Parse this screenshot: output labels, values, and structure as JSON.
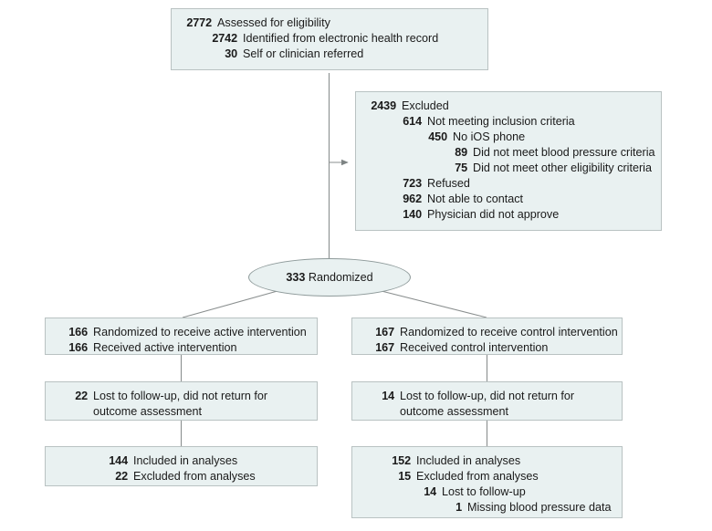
{
  "diagram": {
    "type": "consort-flow-diagram",
    "boxes": {
      "assessed": {
        "rows": [
          {
            "n": "2772",
            "t": "Assessed for eligibility",
            "level": 0
          },
          {
            "n": "2742",
            "t": "Identified from electronic health record",
            "level": 1
          },
          {
            "n": "30",
            "t": "Self or clinician referred",
            "level": 1
          }
        ]
      },
      "excluded": {
        "rows": [
          {
            "n": "2439",
            "t": "Excluded",
            "level": 0
          },
          {
            "n": "614",
            "t": "Not meeting inclusion criteria",
            "level": 1
          },
          {
            "n": "450",
            "t": "No iOS phone",
            "level": 2
          },
          {
            "n": "89",
            "t": "Did not meet blood pressure criteria",
            "level": 3
          },
          {
            "n": "75",
            "t": "Did not meet other eligibility criteria",
            "level": 3
          },
          {
            "n": "723",
            "t": "Refused",
            "level": 1
          },
          {
            "n": "962",
            "t": "Not able to contact",
            "level": 1
          },
          {
            "n": "140",
            "t": "Physician did not approve",
            "level": 1
          }
        ]
      },
      "randomized_oval": {
        "number": "333",
        "label": "Randomized"
      },
      "active_allocation": {
        "rows": [
          {
            "n": "166",
            "t": "Randomized to receive active intervention"
          },
          {
            "n": "166",
            "t": "Received active intervention"
          }
        ]
      },
      "control_allocation": {
        "rows": [
          {
            "n": "167",
            "t": "Randomized to receive control intervention"
          },
          {
            "n": "167",
            "t": "Received control intervention"
          }
        ]
      },
      "active_followup": {
        "rows": [
          {
            "n": "22",
            "t": "Lost to follow-up, did not return for",
            "t2": "outcome assessment"
          }
        ]
      },
      "control_followup": {
        "rows": [
          {
            "n": "14",
            "t": "Lost to follow-up, did not return for",
            "t2": "outcome assessment"
          }
        ]
      },
      "active_analysis": {
        "rows": [
          {
            "n": "144",
            "t": "Included in analyses",
            "level": 0
          },
          {
            "n": "22",
            "t": "Excluded from analyses",
            "level": 0
          }
        ]
      },
      "control_analysis": {
        "rows": [
          {
            "n": "152",
            "t": "Included in analyses",
            "level": 0
          },
          {
            "n": "15",
            "t": "Excluded from analyses",
            "level": 0
          },
          {
            "n": "14",
            "t": "Lost to follow-up",
            "level": 1
          },
          {
            "n": "1",
            "t": "Missing blood pressure data",
            "level": 2
          }
        ]
      }
    },
    "colors": {
      "box_fill": "#e9f1f1",
      "box_border": "#b9c2c2",
      "connector": "#8a8f8f",
      "text": "#1a1a1a"
    }
  }
}
